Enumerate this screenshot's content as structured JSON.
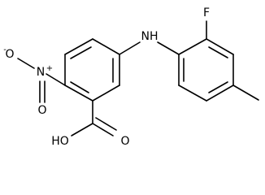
{
  "molecule": {
    "atom_labels": {
      "fluorine": "F",
      "amine": "NH",
      "nitro_nitrogen": "N",
      "nitro_oxygen_left": "O",
      "nitro_oxygen_bottom": "O",
      "hydroxyl": "HO",
      "carbonyl_oxygen": "O"
    },
    "charges": {
      "nitro_nitrogen": "+",
      "nitro_oxygen_left": "-"
    }
  }
}
